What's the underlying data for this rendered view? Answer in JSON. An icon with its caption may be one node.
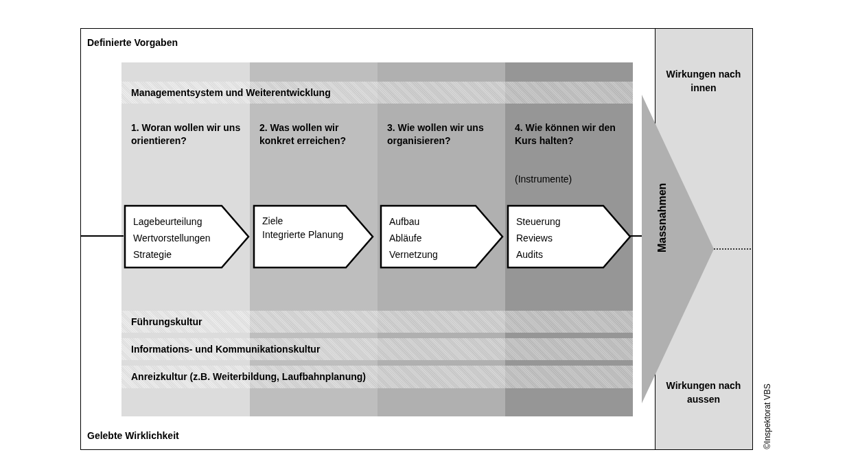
{
  "diagram": {
    "nodes": [
      {
        "text": [
          "Definierte Vorgaben",
          "Gelebte Wirklichkeit"
        ]
      },
      {
        "text": [
          "Wirkungen nach innen",
          "Wirkungen nach aussen"
        ]
      },
      {
        "text": [
          "Managementsystem und Weiterentwicklung"
        ],
        "in": 0
      },
      {
        "text": [
          "1. Woran wollen wir uns orientieren?"
        ],
        "in": 0
      },
      {
        "text": [
          "2. Was wollen wir konkret erreichen?"
        ],
        "in": 0
      },
      {
        "text": [
          "3. Wie wollen wir uns organisieren?"
        ],
        "in": 0
      },
      {
        "text": [
          "4. Wie können wir den Kurs halten?",
          "(Instrumente)"
        ],
        "in": 0
      },
      {
        "text": [
          "Lagebeurteilung",
          "Wertvorstellungen",
          "Strategie"
        ],
        "in": 3
      },
      {
        "text": [
          "Ziele",
          "Integrierte Planung"
        ],
        "in": 4
      },
      {
        "text": [
          "Aufbau",
          "Abläufe",
          "Vernetzung"
        ],
        "in": 5
      },
      {
        "text": [
          "Steuerung",
          "Reviews",
          "Audits"
        ],
        "in": 6
      },
      {
        "text": [
          "Führungskultur"
        ],
        "in": 0
      },
      {
        "text": [
          "Informations- und Kommunikationskultur"
        ],
        "in": 0
      },
      {
        "text": [
          "Anreizkultur (z.B. Weiterbildung, Laufbahnplanung)"
        ],
        "in": 0
      },
      {
        "text": [
          "Massnahmen"
        ]
      }
    ],
    "edges": [
      {
        "from": null,
        "to": 7,
        "arrow": "none"
      },
      {
        "from": 10,
        "to": 14,
        "arrow": "none"
      },
      {
        "from": 14,
        "to": 1,
        "arrow": "none",
        "style": "dashed"
      }
    ],
    "labels": [
      "©Inspektorat VBS"
    ]
  }
}
